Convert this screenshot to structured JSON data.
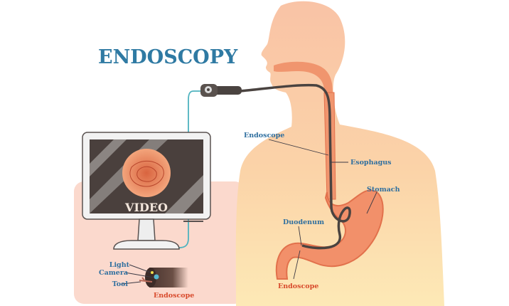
{
  "title": "ENDOSCOPY",
  "screen_text": "VIDEO",
  "labels": {
    "endoscope_upper": "Endoscope",
    "esophagus": "Esophagus",
    "stomach": "Stomach",
    "duodenum": "Duodenum",
    "endoscope_lower": "Endoscope"
  },
  "tip_detail": {
    "light": "Light",
    "camera": "Camera",
    "tool": "Tool",
    "endoscope": "Endoscope"
  },
  "colors": {
    "title": "#2f7aa3",
    "label": "#2f6f9f",
    "accent_label": "#d84a2c",
    "cable": "#4fb3bf",
    "panel": "#fbd9cd"
  }
}
